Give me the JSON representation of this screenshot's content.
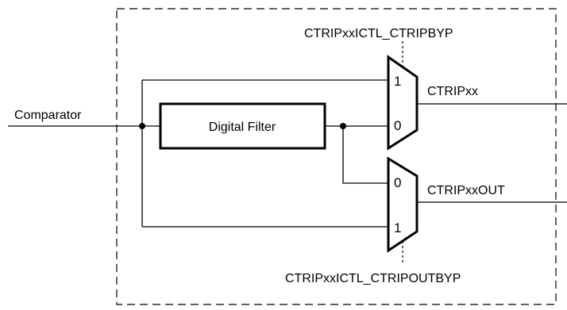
{
  "diagram": {
    "input_label": "Comparator",
    "filter_label": "Digital Filter",
    "mux_top": {
      "select_label": "CTRIPxxICTL_CTRIPBYP",
      "input_1": "1",
      "input_0": "0",
      "output_label": "CTRIPxx"
    },
    "mux_bottom": {
      "select_label": "CTRIPxxICTL_CTRIPOUTBYP",
      "input_0": "0",
      "input_1": "1",
      "output_label": "CTRIPxxOUT"
    }
  }
}
